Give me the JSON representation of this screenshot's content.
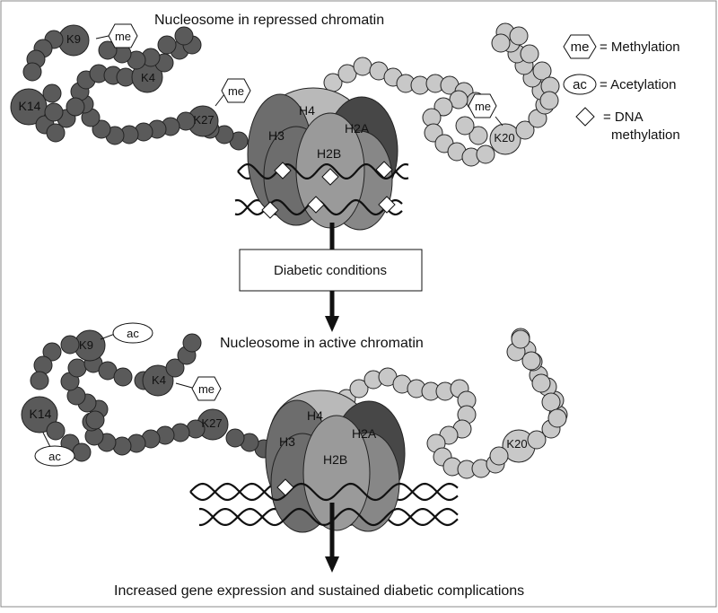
{
  "diagram": {
    "top_title": "Nucleosome in repressed chromatin",
    "middle_title": "Nucleosome in active chromatin",
    "process_box": "Diabetic conditions",
    "bottom_text": "Increased gene expression and sustained diabetic complications",
    "histones": {
      "h4": "H4",
      "h3": "H3",
      "h2a": "H2A",
      "h2b": "H2B"
    },
    "residues": {
      "k9": "K9",
      "k4": "K4",
      "k14": "K14",
      "k27": "K27",
      "k20": "K20"
    },
    "marks": {
      "me": "me",
      "ac": "ac"
    },
    "legend": {
      "methylation_symbol": "me",
      "methylation_label": "= Methylation",
      "acetylation_symbol": "ac",
      "acetylation_label": "= Acetylation",
      "dna_methylation_label_line1": "= DNA",
      "dna_methylation_label_line2": "methylation"
    },
    "colors": {
      "dark_tail": "#5a5a5a",
      "light_tail": "#c8c8c8",
      "h4": "#b9b9b9",
      "h2a": "#474747",
      "h3": "#6d6d6d",
      "h2b": "#9a9a9a",
      "dna": "#111111",
      "arrow": "#111111"
    }
  }
}
